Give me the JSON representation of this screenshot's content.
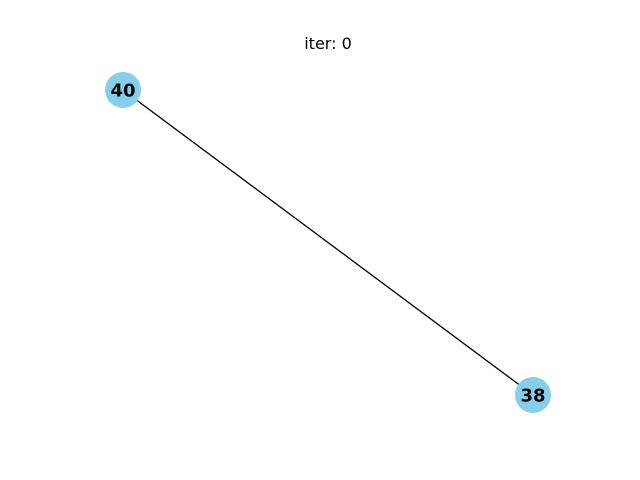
{
  "title": "iter: 0",
  "colors": {
    "node_fill": "#87ceeb",
    "edge_stroke": "#000000",
    "background": "#ffffff"
  },
  "graph": {
    "nodes": [
      {
        "id": "40",
        "label": "40"
      },
      {
        "id": "38",
        "label": "38"
      }
    ],
    "edges": [
      {
        "source": "40",
        "target": "38"
      }
    ]
  }
}
